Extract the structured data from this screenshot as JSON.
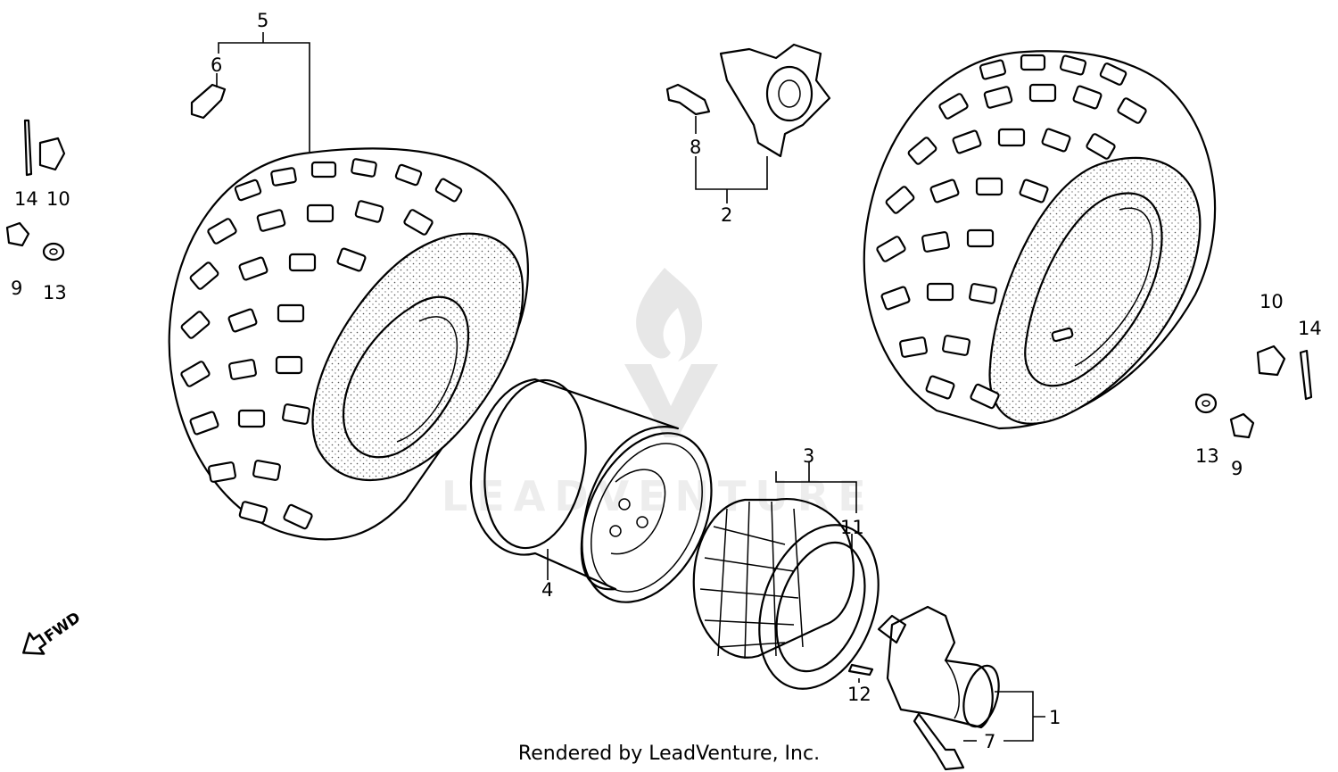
{
  "credit": "Rendered by LeadVenture, Inc.",
  "watermark": "LEADVENTURE",
  "fwd_label": "FWD",
  "callouts": {
    "c1": "1",
    "c2": "2",
    "c3": "3",
    "c4": "4",
    "c5": "5",
    "c6": "6",
    "c7": "7",
    "c8": "8",
    "c9a": "9",
    "c9b": "9",
    "c10a": "10",
    "c10b": "10",
    "c11": "11",
    "c12": "12",
    "c13a": "13",
    "c13b": "13",
    "c14a": "14",
    "c14b": "14"
  }
}
